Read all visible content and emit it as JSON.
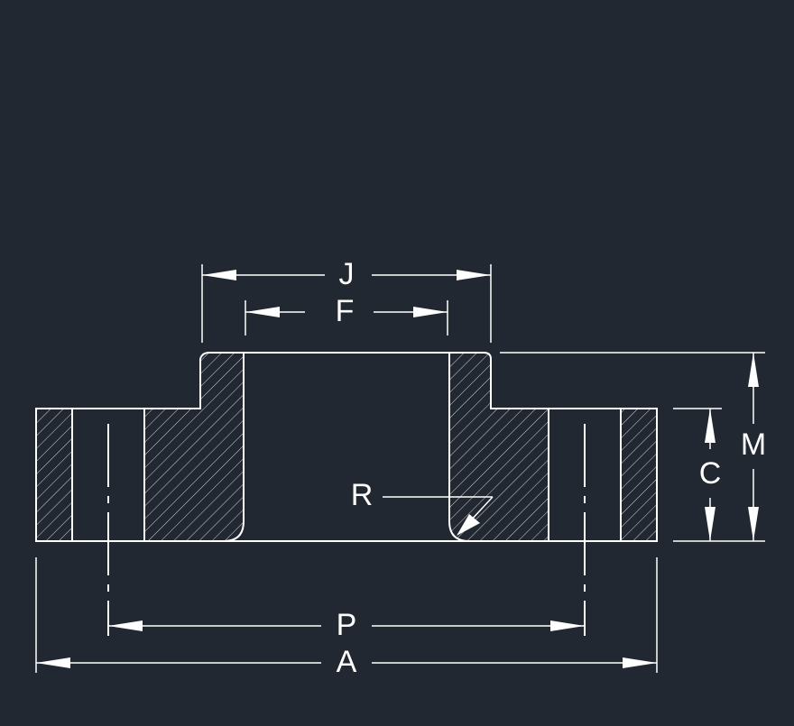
{
  "colors": {
    "background": "#222831",
    "stroke": "#ffffff"
  },
  "dimensions": {
    "J": "J",
    "F": "F",
    "R": "R",
    "C": "C",
    "M": "M",
    "P": "P",
    "A": "A"
  }
}
